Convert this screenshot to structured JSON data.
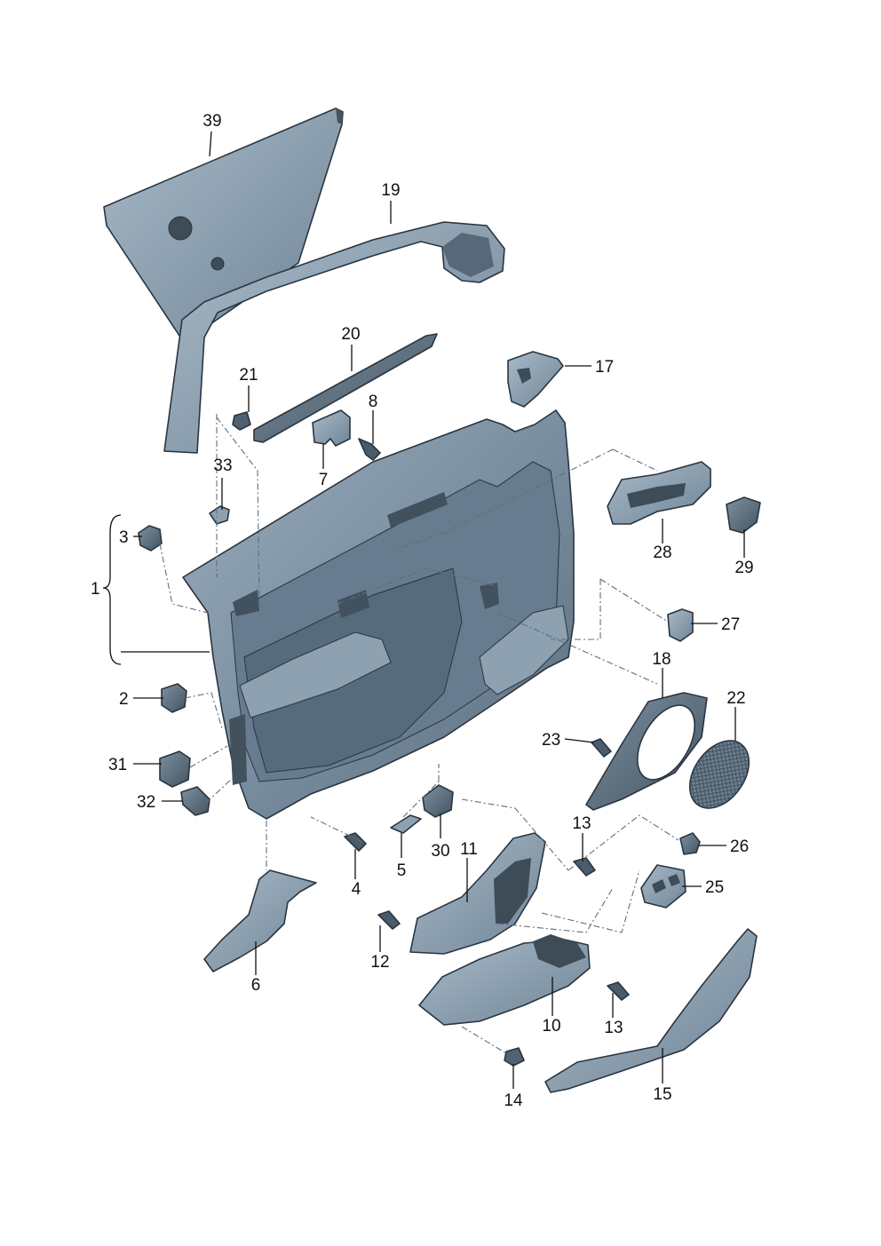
{
  "diagram": {
    "colors": {
      "part_light": "#8fa2b2",
      "part_mid": "#6f8597",
      "part_dark": "#4a5b69",
      "outline": "#2a3540",
      "leader": "#111111"
    },
    "labels": {
      "p1": "1",
      "p2": "2",
      "p3": "3",
      "p4": "4",
      "p5": "5",
      "p6": "6",
      "p7": "7",
      "p8": "8",
      "p10": "10",
      "p11": "11",
      "p12": "12",
      "p13a": "13",
      "p13b": "13",
      "p14": "14",
      "p15": "15",
      "p17": "17",
      "p18": "18",
      "p19": "19",
      "p20": "20",
      "p21": "21",
      "p22": "22",
      "p23": "23",
      "p25": "25",
      "p26": "26",
      "p27": "27",
      "p28": "28",
      "p29": "29",
      "p30": "30",
      "p31": "31",
      "p32": "32",
      "p33": "33",
      "p39": "39"
    }
  }
}
